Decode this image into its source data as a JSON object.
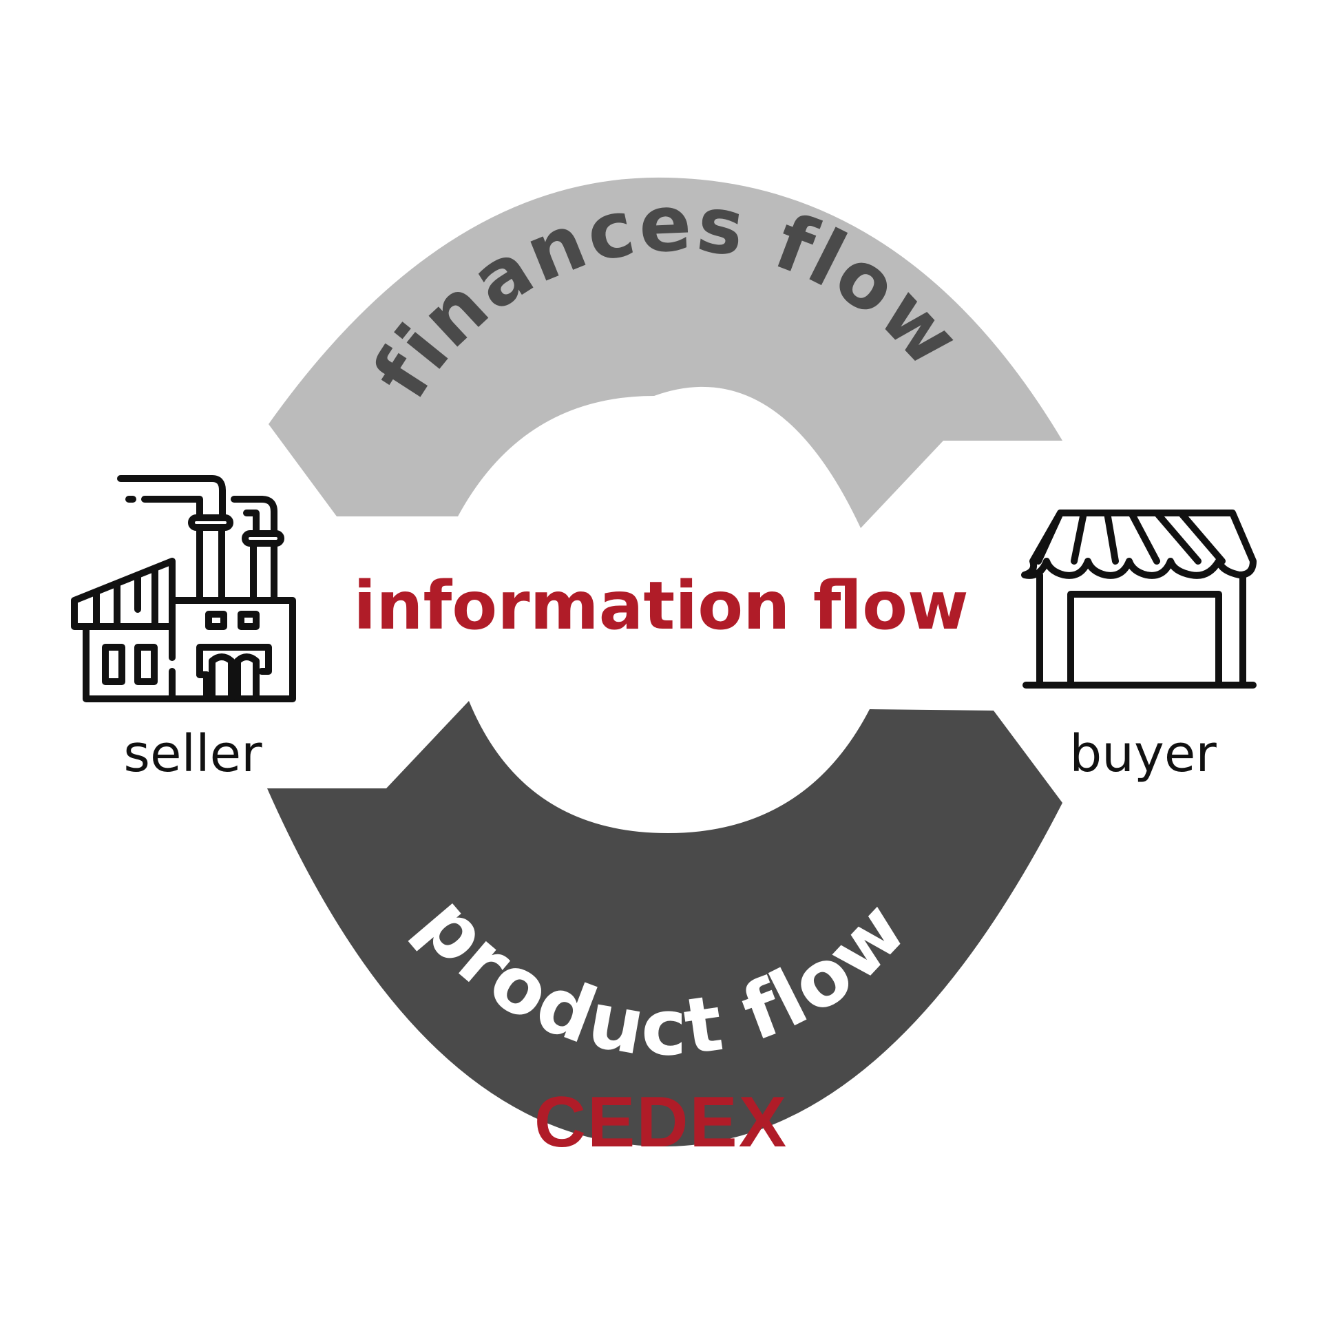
{
  "colors": {
    "finances_arc": "#bbbbbb",
    "finances_text": "#4a4a4a",
    "product_arc": "#4a4a4a",
    "product_text": "#ffffff",
    "accent_red": "#b01c28",
    "icon_stroke": "#111111"
  },
  "flows": {
    "finances": "finances flow",
    "information": "information flow",
    "product": "product flow"
  },
  "parties": {
    "seller": {
      "label": "seller",
      "icon": "factory-icon"
    },
    "buyer": {
      "label": "buyer",
      "icon": "storefront-icon"
    }
  },
  "brand": "CEDEX"
}
